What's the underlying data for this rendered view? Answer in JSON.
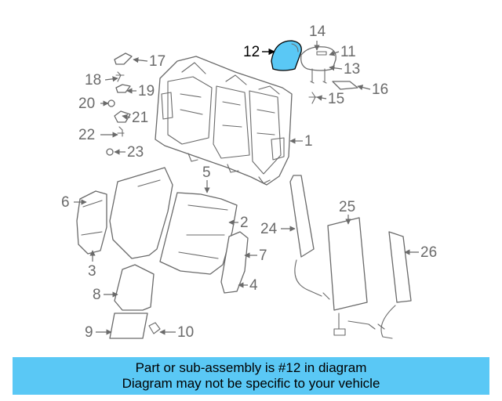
{
  "diagram": {
    "highlight_color": "#5ac8f5",
    "highlighted_part": "12",
    "callouts": [
      "1",
      "2",
      "3",
      "4",
      "5",
      "6",
      "7",
      "8",
      "9",
      "10",
      "11",
      "12",
      "13",
      "14",
      "15",
      "16",
      "17",
      "18",
      "19",
      "20",
      "21",
      "22",
      "23",
      "24",
      "25",
      "26"
    ]
  },
  "banner": {
    "line1": "Part or sub-assembly is #12 in diagram",
    "line2": "Diagram may not be specific to your vehicle",
    "background": "#5ac8f5"
  }
}
